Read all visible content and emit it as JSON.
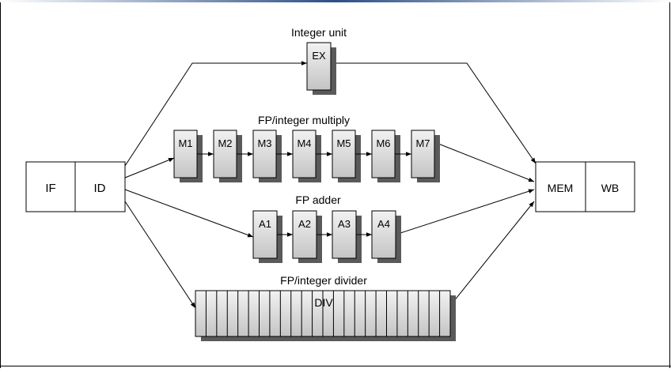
{
  "colors": {
    "frame_top": "#2c4f86",
    "stage_fill_top": "#f2f2f2",
    "stage_fill_bottom": "#c4c4c4",
    "shadow": "#5a5a5a",
    "line": "#000000"
  },
  "front_end": {
    "if_label": "IF",
    "id_label": "ID"
  },
  "back_end": {
    "mem_label": "MEM",
    "wb_label": "WB"
  },
  "integer_unit": {
    "title": "Integer unit",
    "stage": "EX"
  },
  "multiply": {
    "title": "FP/integer multiply",
    "stages": [
      "M1",
      "M2",
      "M3",
      "M4",
      "M5",
      "M6",
      "M7"
    ]
  },
  "adder": {
    "title": "FP adder",
    "stages": [
      "A1",
      "A2",
      "A3",
      "A4"
    ]
  },
  "divider": {
    "title": "FP/integer divider",
    "label": "DIV",
    "segment_count": 24
  }
}
